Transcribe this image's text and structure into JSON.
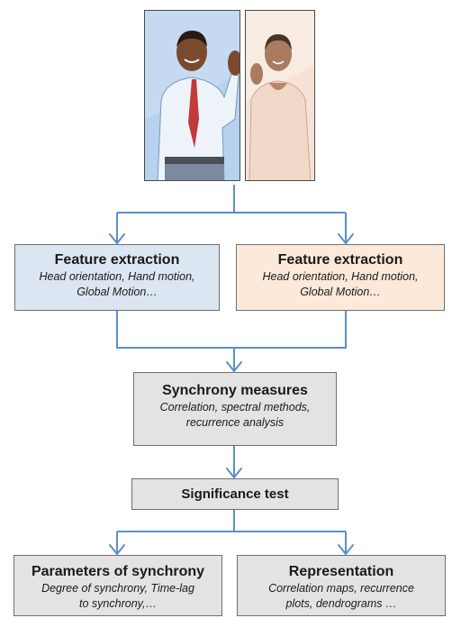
{
  "figures": {
    "left": {
      "name": "man-figure",
      "color": "#9cc0e4"
    },
    "right": {
      "name": "woman-figure",
      "color": "#f4dccc"
    }
  },
  "boxes": {
    "feature_left": {
      "title": "Feature extraction",
      "lines": [
        "Head orientation, Hand motion,",
        "Global Motion…"
      ]
    },
    "feature_right": {
      "title": "Feature extraction",
      "lines": [
        "Head orientation, Hand motion,",
        "Global Motion…"
      ]
    },
    "synchrony": {
      "title": "Synchrony measures",
      "lines": [
        "Correlation, spectral methods,",
        "recurrence analysis"
      ]
    },
    "significance": {
      "title": "Significance test"
    },
    "parameters": {
      "title": "Parameters of synchrony",
      "lines": [
        "Degree of synchrony, Time-lag",
        "to synchrony,…"
      ]
    },
    "representation": {
      "title": "Representation",
      "lines": [
        "Correlation maps, recurrence",
        "plots, dendrograms …"
      ]
    }
  },
  "colors": {
    "arrow": "#5b8fc7",
    "box_blue": "#dce6f2",
    "box_peach": "#fde9d9",
    "box_gray": "#e3e3e3"
  }
}
